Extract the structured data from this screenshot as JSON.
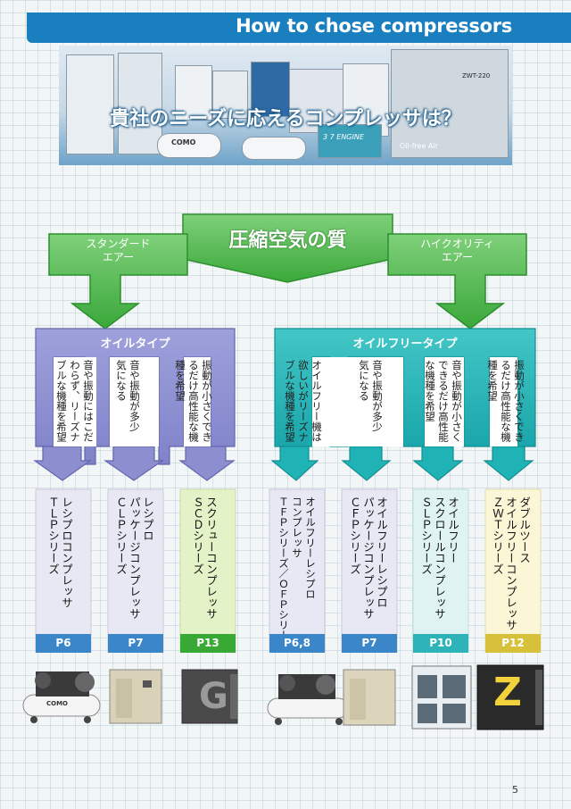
{
  "header": {
    "title": "How to chose compressors"
  },
  "banner": {
    "caption": "貴社のニーズに応えるコンプレッサは？",
    "logos": [
      "COMO",
      "3 7 ENGINE",
      "Oil-free Air",
      "ZWT-220"
    ]
  },
  "top": {
    "quality_label": "圧縮空気の質",
    "standard_air": "スタンダード\nエアー",
    "high_quality_air": "ハイクオリティ\nエアー"
  },
  "oil_type": {
    "title": "オイルタイプ",
    "needs": [
      "音や振動にはこだ\nわらず、リーズナ\nブルな機種を希望",
      "音や振動が多少\n気になる",
      "振動が小さくでき\nるだけ高性能な機\n種を希望"
    ]
  },
  "oil_free_type": {
    "title": "オイルフリータイプ",
    "needs": [
      "オイルフリー機は\n欲しいがリーズナ\nブルな機種を希望",
      "音や振動が多少\n気になる",
      "音や振動が小さく\nできるだけ高性能\nな機種を希望",
      "振動が小さくでき\nるだけ高性能な機\n種を希望"
    ]
  },
  "products": [
    {
      "name": "レシプロコンプレッサ\nＴＬＰシリーズ",
      "page": "P6"
    },
    {
      "name": "レシプロ\nパッケージコンプレッサ\nＣＬＰシリーズ",
      "page": "P7"
    },
    {
      "name": "スクリューコンプレッサ\nＳＣＤシリーズ",
      "page": "P13"
    },
    {
      "name": "オイルフリーレシプロ\nコンプレッサ\nＴＦＰシリーズ／ＯＦＰシリーズ",
      "page": "P6,8"
    },
    {
      "name": "オイルフリーレシプロ\nパッケージコンプレッサ\nＣＦＰシリーズ",
      "page": "P7"
    },
    {
      "name": "オイルフリー\nスクロールコンプレッサ\nＳＬＰシリーズ",
      "page": "P10"
    },
    {
      "name": "ダブルツース\nオイルフリーコンプレッサ\nＺＷＴシリーズ",
      "page": "P12"
    }
  ],
  "images": {
    "como_label": "COMO",
    "z_letter": "Z",
    "g_letter": "G"
  },
  "footer": {
    "page_number": "5"
  },
  "colors": {
    "oil": "#8c8ed0",
    "oil_free": "#1fb3b6",
    "green": "#4cb54c",
    "tag_blue": "#3a86c9",
    "tag_green": "#39a935",
    "tag_teal": "#2eb3b8",
    "tag_yellow": "#d8c13a"
  }
}
